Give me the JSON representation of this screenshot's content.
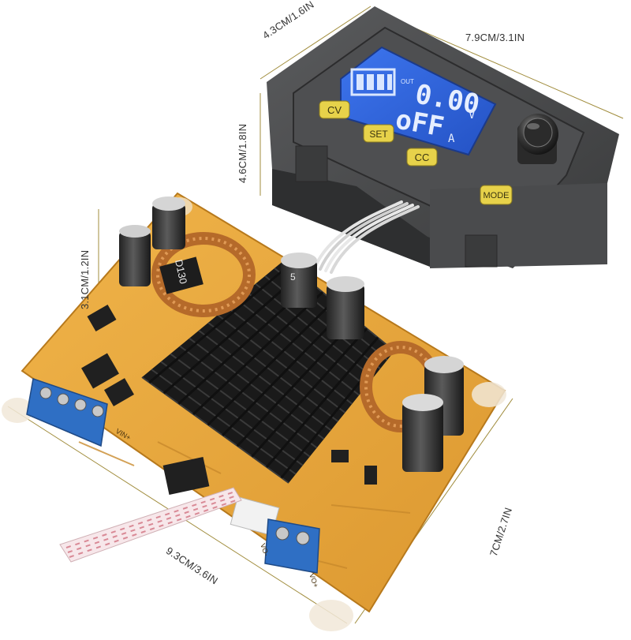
{
  "dimensions": {
    "display_depth": "4.3CM/1.6IN",
    "display_width": "7.9CM/3.1IN",
    "display_height": "4.6CM/1.8IN",
    "board_height": "3.1CM/1.2IN",
    "board_length": "9.3CM/3.6IN",
    "board_width": "7CM/2.7IN"
  },
  "display_module": {
    "buttons": [
      "CV",
      "SET",
      "CC",
      "MODE"
    ],
    "lcd": {
      "out_label": "OUT",
      "voltage_value": "0.00",
      "voltage_unit": "V",
      "current_value": "oFF",
      "current_unit": "A"
    }
  },
  "board": {
    "inductor_marking": "D130",
    "capacitor_marking": "5",
    "terminal_labels": [
      "VIN+",
      "VO-",
      "VO+"
    ]
  },
  "colors": {
    "pcb": "#e9a93a",
    "heatsink": "#1c1c1c",
    "lcd": "#2f63e0",
    "button": "#e7d24a",
    "enclosure": "#444546",
    "terminal": "#2f6fc4",
    "dimension_line": "#a08c3c"
  }
}
